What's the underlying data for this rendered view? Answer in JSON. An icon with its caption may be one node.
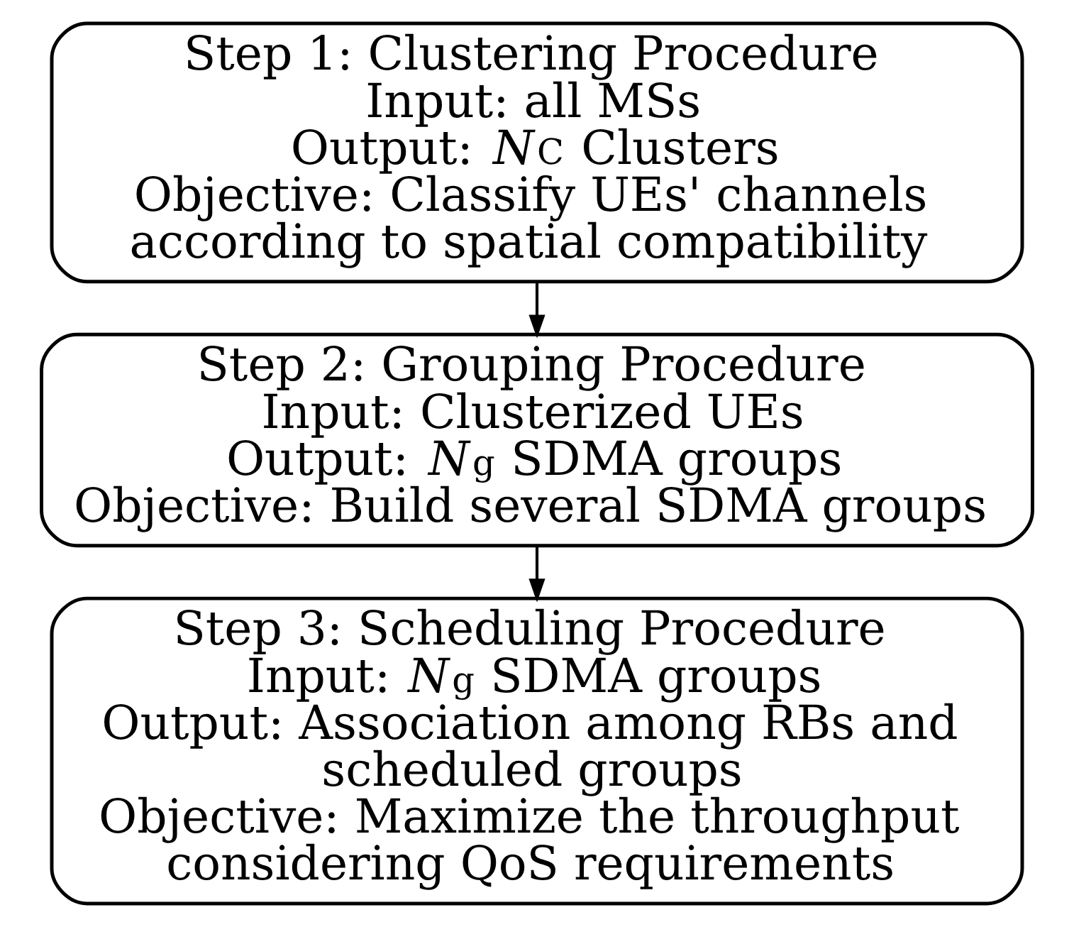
{
  "diagram": {
    "nodes": [
      {
        "text": [
          "Step 1: Clustering Procedure",
          "Input: all MSs",
          "Output: *N*$_{C}$ Clusters",
          "Objective: Classify UEs' channels according to spatial compatibility"
        ]
      },
      {
        "text": [
          "Step 2: Grouping Procedure",
          "Input: Clusterized UEs",
          "Output: *N*$_{g}$ SDMA groups",
          "Objective: Build several SDMA groups"
        ]
      },
      {
        "text": [
          "Step 3: Scheduling Procedure",
          "Input: *N*$_{g}$ SDMA groups",
          "Output: Association among RBs and scheduled groups",
          "Objective: Maximize the throughput considering QoS requirements"
        ]
      }
    ],
    "edges": [
      {
        "from": 0,
        "to": 1,
        "arrow": "to"
      },
      {
        "from": 1,
        "to": 2,
        "arrow": "to"
      }
    ]
  }
}
